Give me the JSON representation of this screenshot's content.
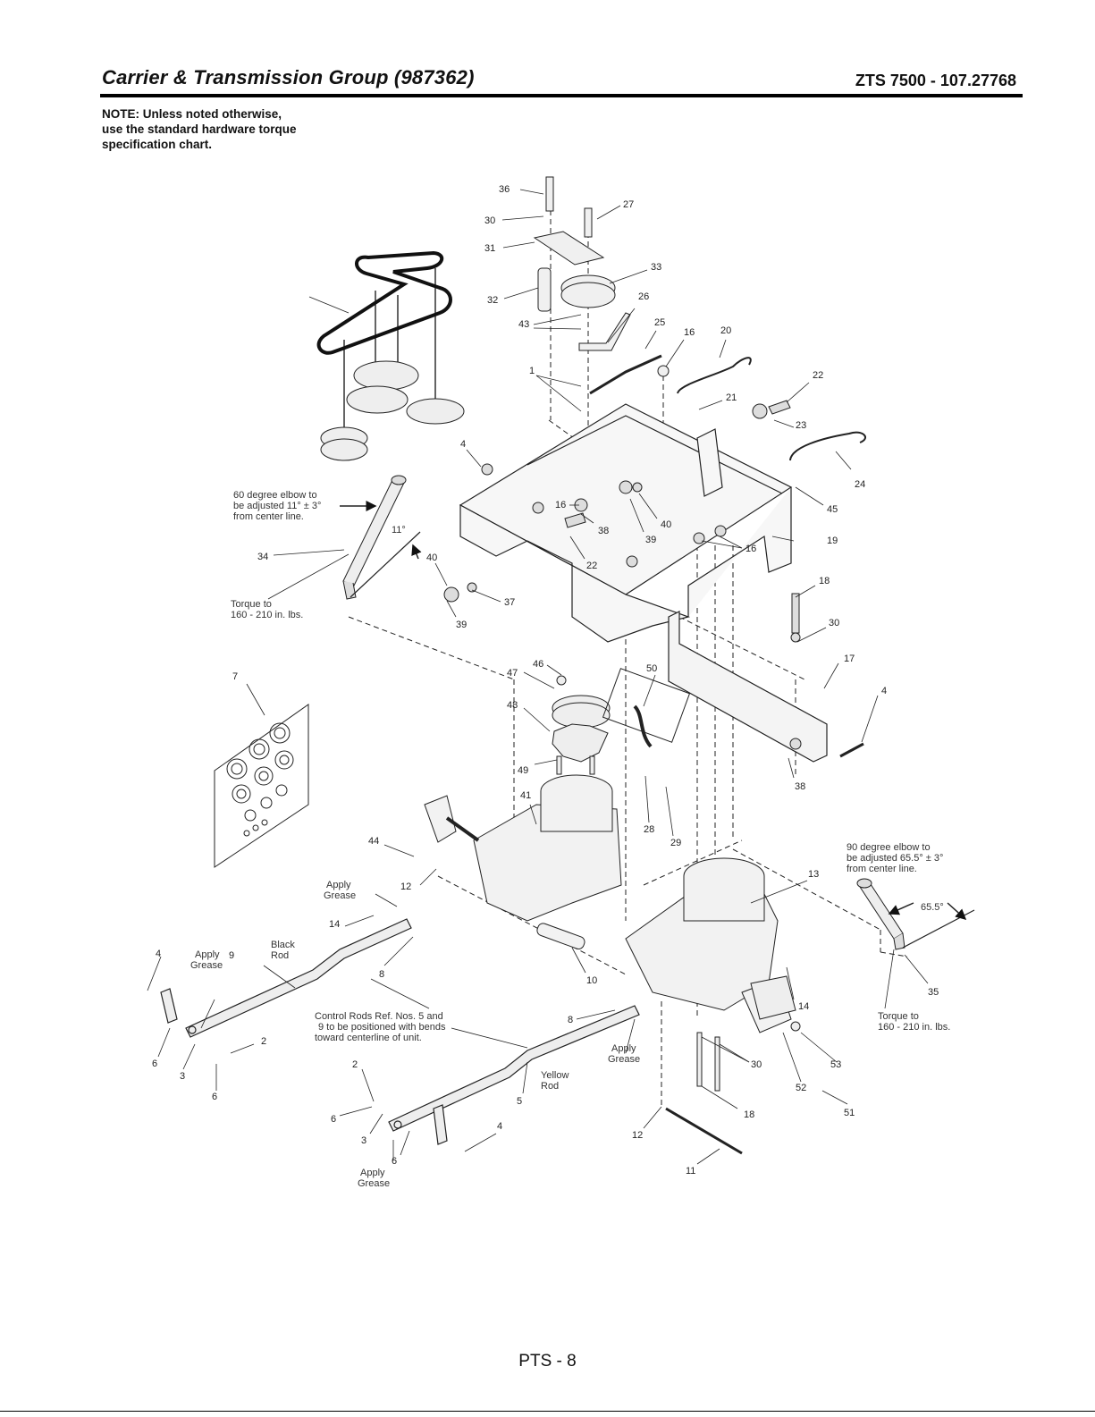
{
  "header": {
    "title": "Carrier & Transmission Group (987362)",
    "model": "ZTS 7500 - 107.27768"
  },
  "note": {
    "lines": [
      "NOTE: Unless noted otherwise,",
      "use the standard hardware torque",
      "specification chart."
    ]
  },
  "annotations": {
    "elbow60": [
      "60 degree elbow to",
      "be adjusted 11° ± 3°",
      "from center line."
    ],
    "angle11": "11°",
    "torque_left": [
      "Torque to",
      "160 - 210 in. lbs."
    ],
    "elbow90": [
      "90 degree elbow to",
      "be adjusted 65.5° ± 3°",
      "from center line."
    ],
    "angle65": "65.5°",
    "torque_right": [
      "Torque to",
      "160 - 210 in. lbs."
    ],
    "apply_grease_top": [
      "Apply",
      "Grease"
    ],
    "apply_grease_left": [
      "Apply",
      "Grease"
    ],
    "apply_grease_bottom": [
      "Apply",
      "Grease"
    ],
    "apply_grease_right": [
      "Apply",
      "Grease"
    ],
    "black_rod": [
      "Black",
      "Rod"
    ],
    "yellow_rod": [
      "Yellow",
      "Rod"
    ],
    "control_rods": [
      "Control Rods Ref. Nos. 5 and",
      "9 to be positioned with bends",
      "toward centerline of unit."
    ]
  },
  "callouts": [
    "36",
    "27",
    "30",
    "31",
    "33",
    "32",
    "26",
    "43",
    "25",
    "16",
    "20",
    "1",
    "22",
    "21",
    "23",
    "24",
    "4",
    "45",
    "16",
    "38",
    "40",
    "39",
    "19",
    "16",
    "18",
    "34",
    "40",
    "22",
    "37",
    "39",
    "30",
    "17",
    "4",
    "46",
    "47",
    "50",
    "48",
    "7",
    "49",
    "41",
    "28",
    "29",
    "38",
    "44",
    "12",
    "13",
    "14",
    "10",
    "14",
    "35",
    "8",
    "4",
    "9",
    "2",
    "6",
    "3",
    "6",
    "8",
    "30",
    "53",
    "52",
    "51",
    "2",
    "5",
    "6",
    "3",
    "6",
    "4",
    "12",
    "18",
    "11"
  ],
  "footer": {
    "page": "PTS - 8"
  }
}
